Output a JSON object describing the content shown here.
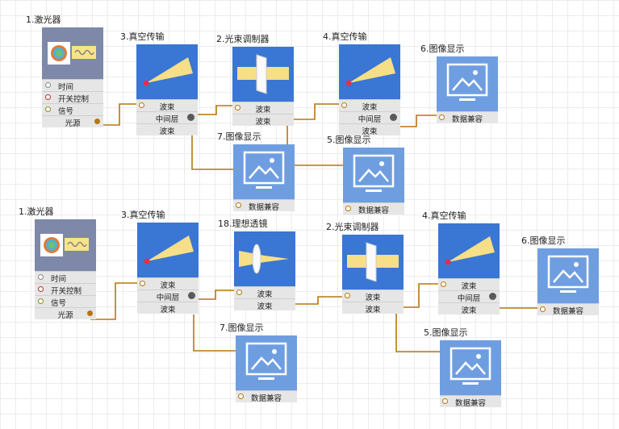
{
  "colors": {
    "wire": "#b5770f",
    "blue": "#3a76d4",
    "display": "#6f9ee0",
    "laser": "#7e88a8",
    "port": "#e6e6e6"
  },
  "upper": {
    "laser": {
      "title": "1.激光器",
      "ports": [
        "时间",
        "开关控制",
        "信号",
        "光源"
      ]
    },
    "vac1": {
      "title": "3.真空传输",
      "ports": [
        "波束",
        "中间层",
        "波束"
      ]
    },
    "mod": {
      "title": "2.光束调制器",
      "ports": [
        "波束",
        "波束"
      ]
    },
    "vac2": {
      "title": "4.真空传输",
      "ports": [
        "波束",
        "中间层",
        "波束"
      ]
    },
    "disp6": {
      "title": "6.图像显示",
      "ports": [
        "数据兼容"
      ]
    },
    "disp7": {
      "title": "7.图像显示",
      "ports": [
        "数据兼容"
      ]
    },
    "disp5": {
      "title": "5.图像显示",
      "ports": [
        "数据兼容"
      ]
    }
  },
  "lower": {
    "laser": {
      "title": "1.激光器",
      "ports": [
        "时间",
        "开关控制",
        "信号",
        "光源"
      ]
    },
    "vac1": {
      "title": "3.真空传输",
      "ports": [
        "波束",
        "中间层",
        "波束"
      ]
    },
    "lens": {
      "title": "18.理想透镜",
      "ports": [
        "波束",
        "波束"
      ]
    },
    "mod": {
      "title": "2.光束调制器",
      "ports": [
        "波束",
        "波束"
      ]
    },
    "vac2": {
      "title": "4.真空传输",
      "ports": [
        "波束",
        "中间层",
        "波束"
      ]
    },
    "disp6": {
      "title": "6.图像显示",
      "ports": [
        "数据兼容"
      ]
    },
    "disp7": {
      "title": "7.图像显示",
      "ports": [
        "数据兼容"
      ]
    },
    "disp5": {
      "title": "5.图像显示",
      "ports": [
        "数据兼容"
      ]
    }
  }
}
